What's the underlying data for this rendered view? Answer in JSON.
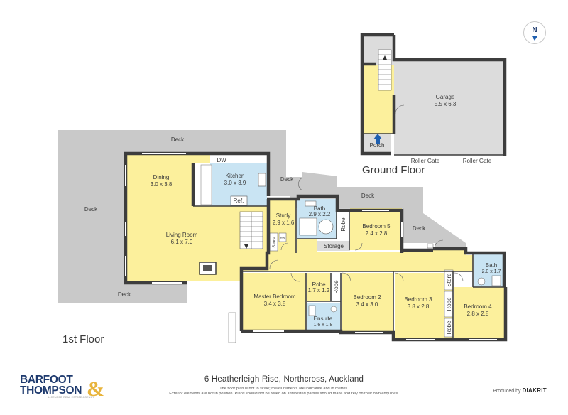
{
  "compass": {
    "label": "N"
  },
  "floors": {
    "ground": "Ground Floor",
    "first": "1st Floor"
  },
  "rooms": {
    "garage": {
      "name": "Garage",
      "dims": "5.5 x 6.3"
    },
    "porch": {
      "name": "Porch"
    },
    "roller_gate_1": "Roller Gate",
    "roller_gate_2": "Roller Gate",
    "deck_top": "Deck",
    "deck_left": "Deck",
    "deck_bottom": "Deck",
    "deck_mid": "Deck",
    "deck_right_top": "Deck",
    "deck_right": "Deck",
    "dining": {
      "name": "Dining",
      "dims": "3.0 x 3.8"
    },
    "kitchen": {
      "name": "Kitchen",
      "dims": "3.0 x 3.9"
    },
    "dw": "DW",
    "ref": "Ref.",
    "living": {
      "name": "Living Room",
      "dims": "6.1 x 7.0"
    },
    "study": {
      "name": "Study",
      "dims": "2.9 x 1.6"
    },
    "store_small": "Store",
    "hw": "HW",
    "bath1": {
      "name": "Bath",
      "dims": "2.9 x 2.2"
    },
    "robe_b5": "Robe",
    "bedroom5": {
      "name": "Bedroom 5",
      "dims": "2.4 x 2.8"
    },
    "storage": "Storage",
    "bath2": {
      "name": "Bath",
      "dims": "2.0 x 1.7"
    },
    "master": {
      "name": "Master Bedroom",
      "dims": "3.4 x 3.8"
    },
    "robe_master": {
      "name": "Robe",
      "dims": "1.7 x 1.2"
    },
    "robe_b2": "Robe",
    "ensuite": {
      "name": "Ensuite",
      "dims": "1.6 x 1.8"
    },
    "bedroom2": {
      "name": "Bedroom 2",
      "dims": "3.4 x 3.0"
    },
    "bedroom3": {
      "name": "Bedroom 3",
      "dims": "3.8 x 2.8"
    },
    "store_b3": "Store",
    "robe_b3": "Robe",
    "robe_b4": "Robe",
    "bedroom4": {
      "name": "Bedroom 4",
      "dims": "2.8 x 2.8"
    }
  },
  "footer": {
    "address": "6 Heatherleigh Rise, Northcross, Auckland",
    "disclaimer_1": "The floor plan is not to scale; measurements are indicative and in metres.",
    "disclaimer_2": "Exterior elements are not in position. Plans should not be relied on. Interested parties should make and rely on their own enquiries.",
    "logo_line_1": "BARFOOT",
    "logo_line_2": "THOMPSON",
    "logo_amp": "&",
    "logo_sub": "LICENSED REAL ESTATE AGENCY",
    "produced_by": "Produced by",
    "brand": "DIAKRIT"
  },
  "colors": {
    "room": "#fcf09c",
    "wet": "#c9e4f3",
    "deck": "#c9c9c9",
    "hall_grey": "#dcdcdc",
    "wall": "#3d3d3d",
    "brand_blue": "#1e3a6e",
    "brand_gold": "#e8b43c"
  }
}
